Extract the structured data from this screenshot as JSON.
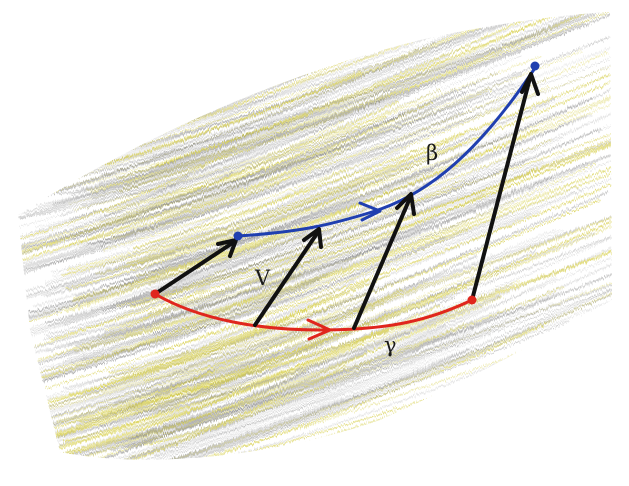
{
  "diagram": {
    "labels": {
      "beta": "β",
      "v": "V",
      "gamma": "γ"
    },
    "colors": {
      "beta_curve": "#1f3fb0",
      "gamma_curve": "#e0261d",
      "vector_arrows": "#111111",
      "shading_gray": "#8a8a8a",
      "shading_yellow": "#d8d050",
      "background": "#ffffff"
    }
  }
}
